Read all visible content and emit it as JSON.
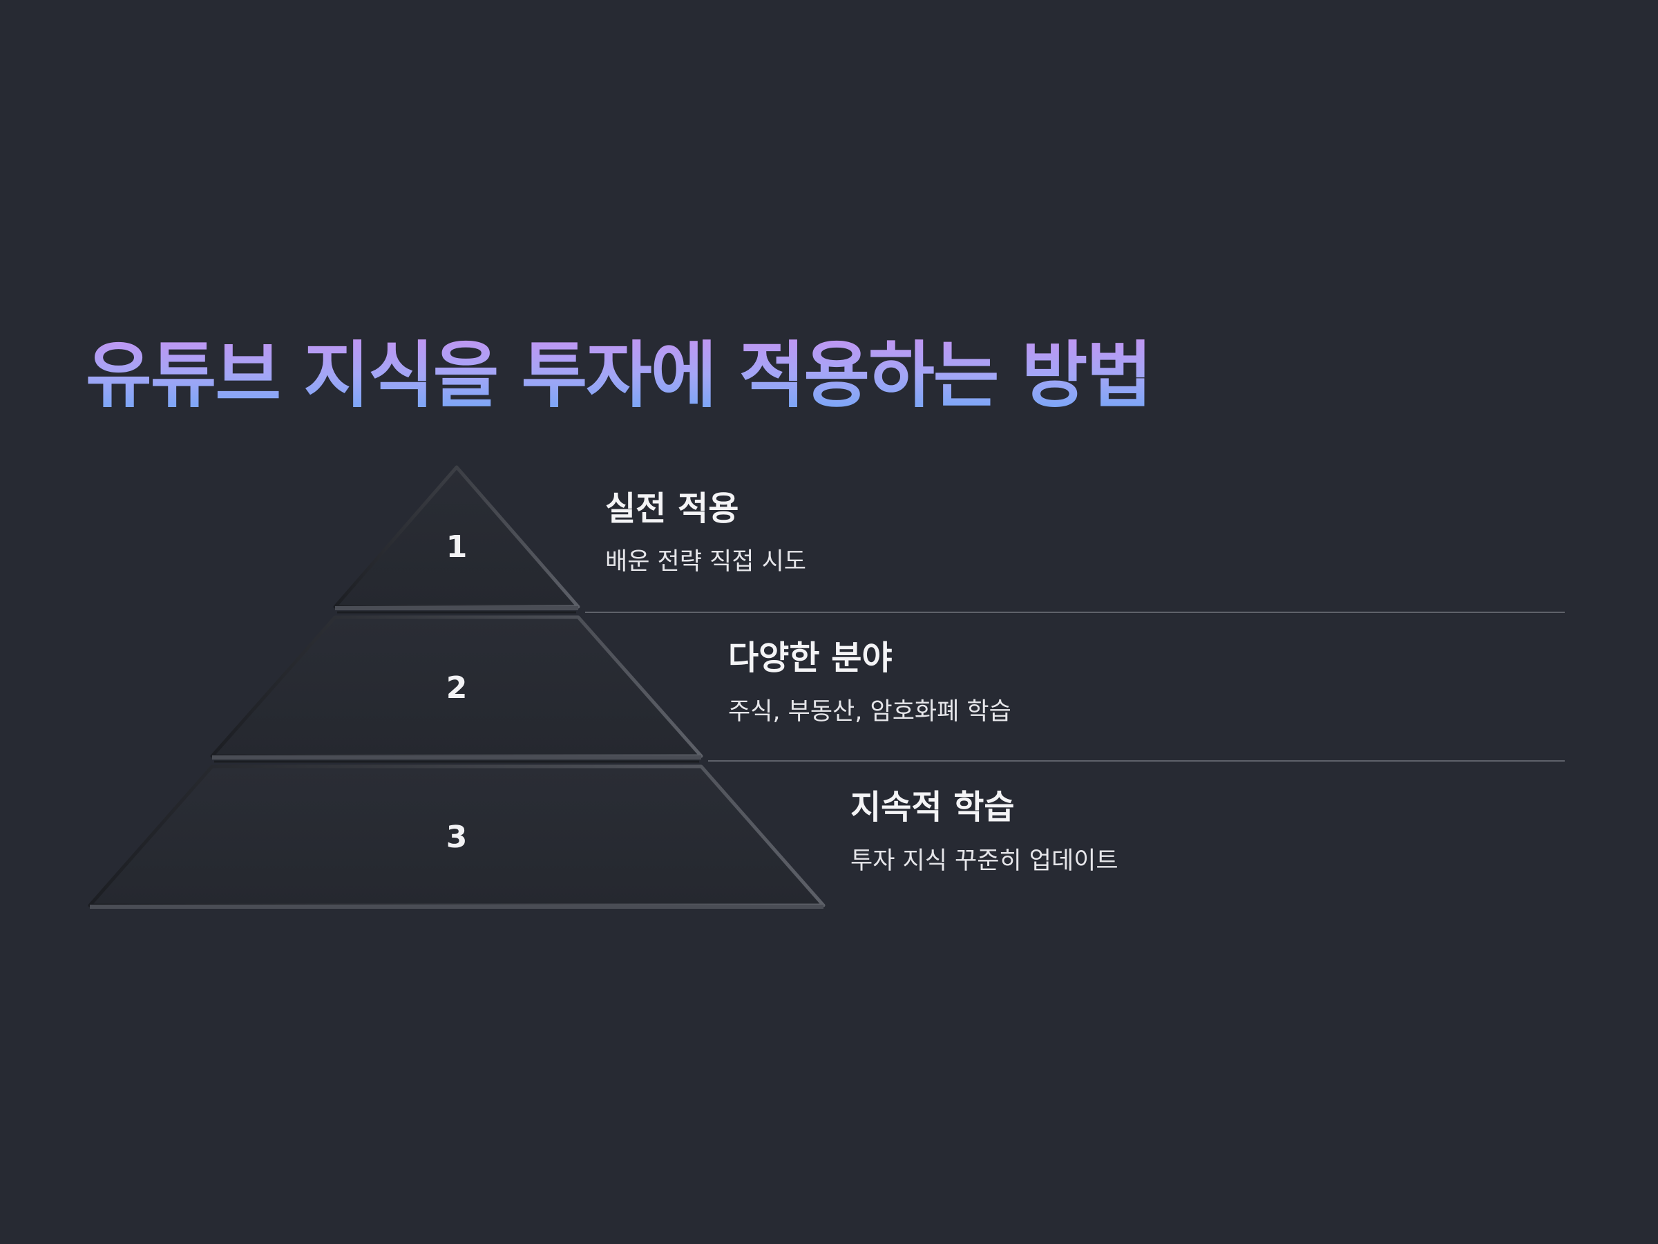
{
  "title": "유튜브 지식을 투자에 적용하는 방법",
  "layers": [
    {
      "number": "1",
      "title": "실전 적용",
      "description": "배운 전략 직접 시도"
    },
    {
      "number": "2",
      "title": "다양한 분야",
      "description": "주식, 부동산, 암호화폐 학습"
    },
    {
      "number": "3",
      "title": "지속적 학습",
      "description": "투자 지식 꾸준히 업데이트"
    }
  ],
  "colors": {
    "background": "#272a33",
    "title_gradient_top": "#c693f1",
    "title_gradient_bottom": "#6fa6f7",
    "divider": "#5f626a"
  }
}
